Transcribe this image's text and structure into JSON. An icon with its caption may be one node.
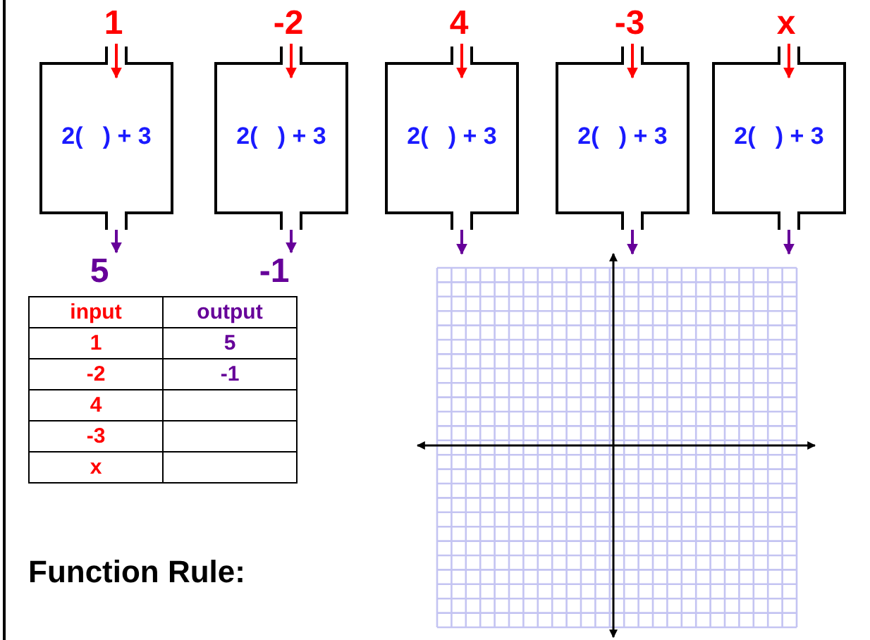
{
  "diagram": {
    "nodes": [
      {
        "text": [
          "1"
        ]
      },
      {
        "text": [
          "-2"
        ]
      },
      {
        "text": [
          "4"
        ]
      },
      {
        "text": [
          "-3"
        ]
      },
      {
        "text": [
          "x"
        ]
      },
      {
        "text": [
          "2(   ) + 3"
        ]
      },
      {
        "text": [
          "2(   ) + 3"
        ]
      },
      {
        "text": [
          "2(   ) + 3"
        ]
      },
      {
        "text": [
          "2(   ) + 3"
        ]
      },
      {
        "text": [
          "2(   ) + 3"
        ]
      },
      {
        "text": [
          "5"
        ]
      },
      {
        "text": [
          "-1"
        ]
      }
    ],
    "edges": [
      {
        "from": 0,
        "to": 5,
        "arrow": "to",
        "color": "#ff0000"
      },
      {
        "from": 1,
        "to": 6,
        "arrow": "to",
        "color": "#ff0000"
      },
      {
        "from": 2,
        "to": 7,
        "arrow": "to",
        "color": "#ff0000"
      },
      {
        "from": 3,
        "to": 8,
        "arrow": "to",
        "color": "#ff0000"
      },
      {
        "from": 4,
        "to": 9,
        "arrow": "to",
        "color": "#ff0000"
      },
      {
        "from": 5,
        "to": 10,
        "arrow": "to",
        "color": "#660099"
      },
      {
        "from": 6,
        "to": 11,
        "arrow": "to",
        "color": "#660099"
      },
      {
        "from": 7,
        "to": null,
        "arrow": "to",
        "color": "#660099"
      },
      {
        "from": 8,
        "to": null,
        "arrow": "to",
        "color": "#660099"
      },
      {
        "from": 9,
        "to": null,
        "arrow": "to",
        "color": "#660099"
      }
    ],
    "labels": [
      "input",
      "output",
      "1",
      "5",
      "-2",
      "-1",
      "4",
      "-3",
      "x",
      "Function Rule:"
    ]
  }
}
